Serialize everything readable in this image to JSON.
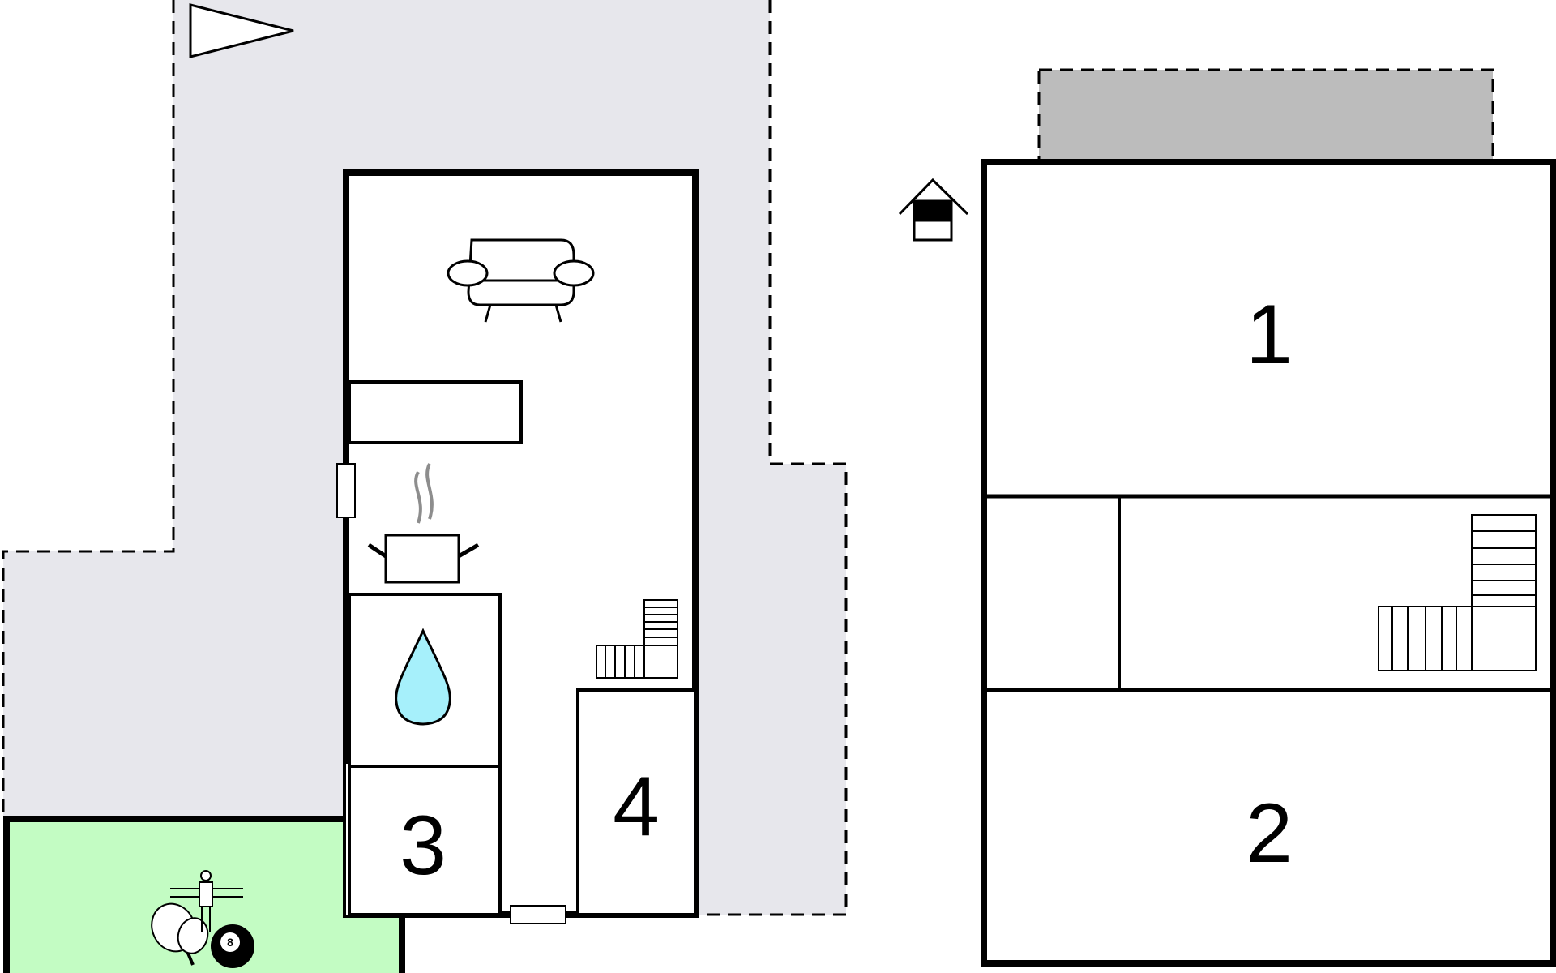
{
  "colors": {
    "terrace": "#e7e7ec",
    "balcony": "#bcbcbc",
    "game_room": "#c3fcc3",
    "water_drop": "#a6f0fb",
    "wall": "#000000",
    "steam": "#8d8d8d"
  },
  "icons": {
    "north_arrow": "triangle-arrow",
    "sofa": "sofa-icon",
    "stove": "cooking-pot-icon",
    "bathroom": "water-drop-icon",
    "stairs": "stairs-icon",
    "house_exterior": "house-icon",
    "games": [
      "table-tennis-icon",
      "table-football-icon",
      "billiard-ball-icon"
    ]
  },
  "rooms": {
    "r1": "1",
    "r2": "2",
    "r3": "3",
    "r4": "4"
  },
  "billiard_ball_label": "8"
}
